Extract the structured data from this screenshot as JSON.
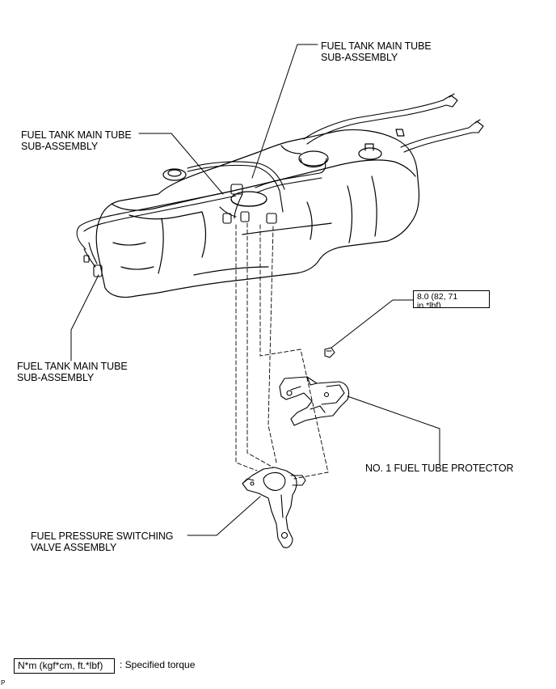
{
  "labels": {
    "main_tube_top": "FUEL TANK MAIN TUBE\nSUB-ASSEMBLY",
    "main_tube_left": "FUEL TANK MAIN TUBE\nSUB-ASSEMBLY",
    "main_tube_bottom": "FUEL TANK MAIN TUBE\nSUB-ASSEMBLY",
    "protector": "NO. 1 FUEL TUBE PROTECTOR",
    "valve": "FUEL PRESSURE SWITCHING\nVALVE ASSEMBLY"
  },
  "torque": {
    "value": "8.0 (82, 71\nin.*lbf)"
  },
  "legend": {
    "unit_box": "N*m (kgf*cm, ft.*lbf)",
    "text": ": Specified torque"
  },
  "corner_mark": "P"
}
